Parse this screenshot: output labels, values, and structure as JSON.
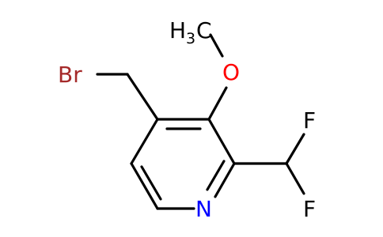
{
  "molecule": {
    "atoms": {
      "br": "Br",
      "oxygen": "O",
      "methyl_h": "H",
      "methyl_sub": "3",
      "methyl_c": "C",
      "nitrogen": "N",
      "fluorine_top": "F",
      "fluorine_bottom": "F"
    },
    "colors": {
      "bond": "#000000",
      "bromine": "#a52a2a",
      "oxygen": "#ff0000",
      "nitrogen": "#0000ff",
      "fluorine": "#000000",
      "carbon": "#000000"
    }
  }
}
